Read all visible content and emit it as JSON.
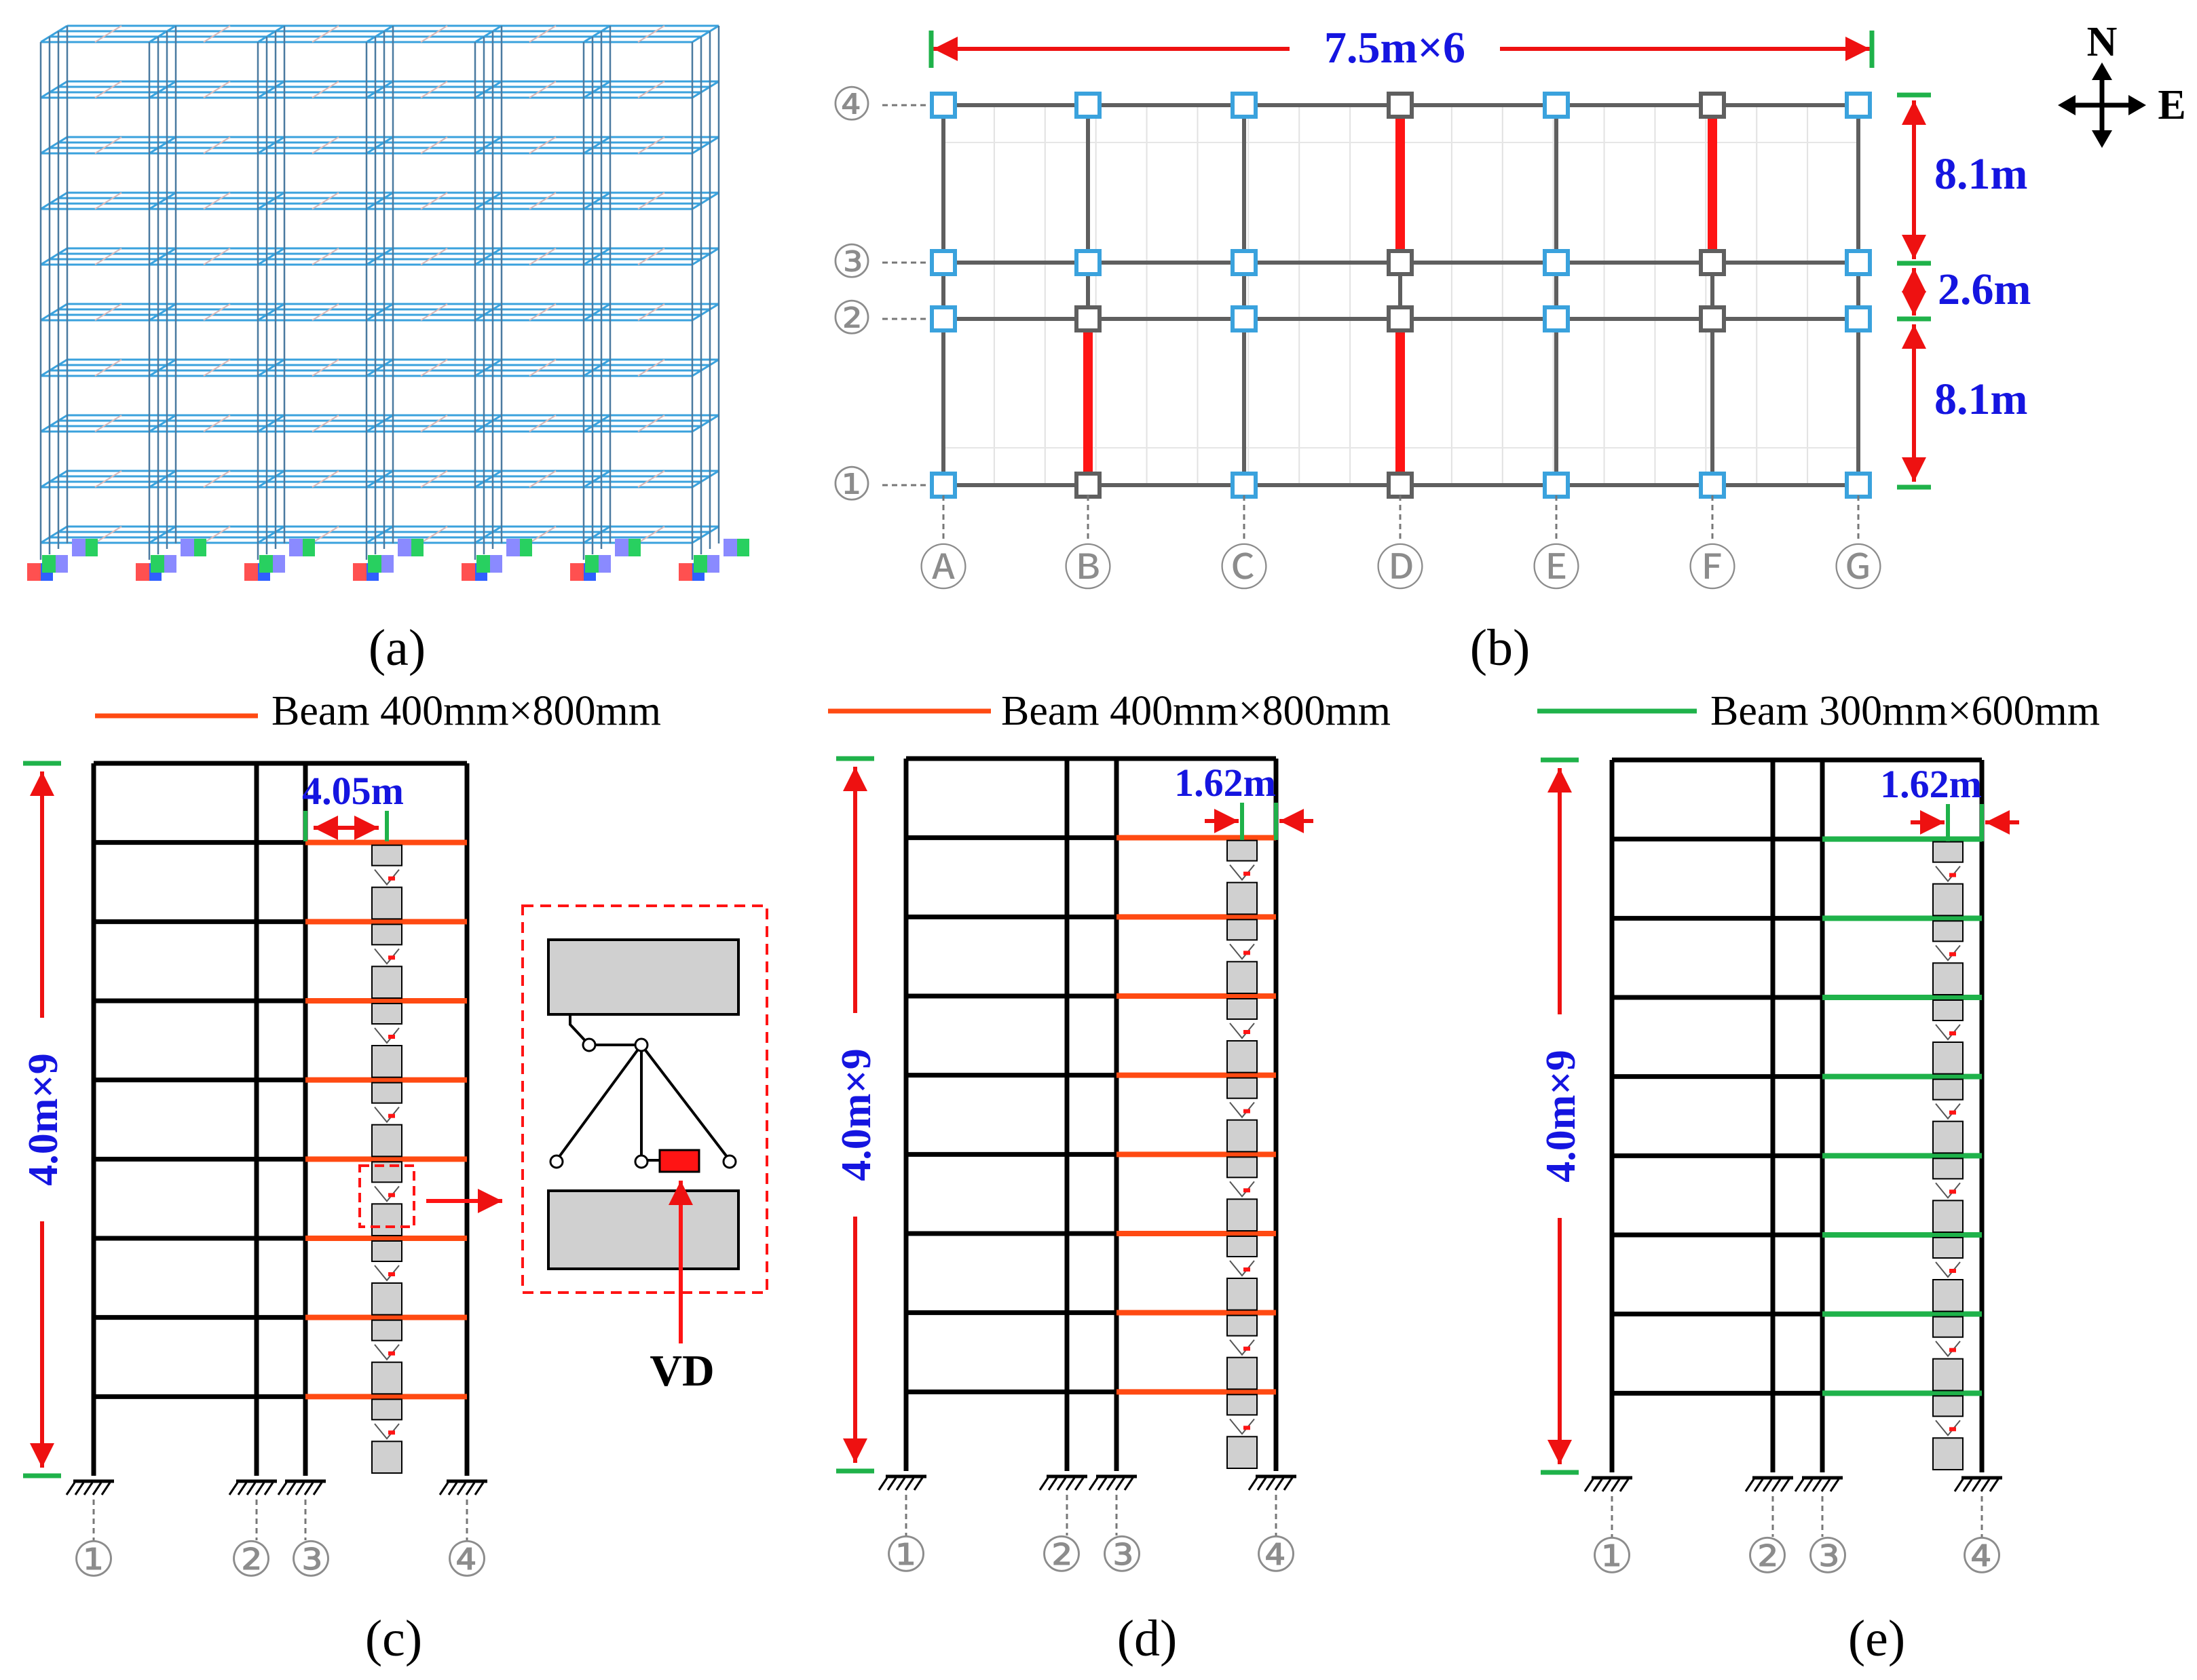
{
  "colors": {
    "frame_blue": "#3aa2dd",
    "column_grey": "#5f5f5f",
    "damper_red": "#ff1414",
    "dimension_red": "#ee1111",
    "dimension_blue": "#1515e0",
    "beam_orange": "#ff4a12",
    "beam_green": "#1fb24a",
    "mark_green": "#1fb24a",
    "box_grey": "#d0d0d0"
  },
  "panels": {
    "a": {
      "caption": "(a)"
    },
    "b": {
      "caption": "(b)",
      "span_label": "7.5m×6",
      "bay_labels": [
        "8.1m",
        "2.6m",
        "8.1m"
      ],
      "compass": {
        "north": "N",
        "east": "E"
      },
      "row_axes": [
        "④",
        "③",
        "②",
        "①"
      ],
      "col_axes": [
        "Ⓐ",
        "Ⓑ",
        "Ⓒ",
        "Ⓓ",
        "Ⓔ",
        "Ⓕ",
        "Ⓖ"
      ]
    },
    "c": {
      "caption": "(c)",
      "legend": "Beam 400mm×800mm",
      "height_label": "4.0m×9",
      "offset_label": "4.05m",
      "detail_label": "VD",
      "axes": [
        "①",
        "②",
        "③",
        "④"
      ]
    },
    "d": {
      "caption": "(d)",
      "legend": "Beam 400mm×800mm",
      "height_label": "4.0m×9",
      "offset_label": "1.62m",
      "axes": [
        "①",
        "②",
        "③",
        "④"
      ]
    },
    "e": {
      "caption": "(e)",
      "legend": "Beam 300mm×600mm",
      "height_label": "4.0m×9",
      "offset_label": "1.62m",
      "axes": [
        "①",
        "②",
        "③",
        "④"
      ]
    }
  }
}
